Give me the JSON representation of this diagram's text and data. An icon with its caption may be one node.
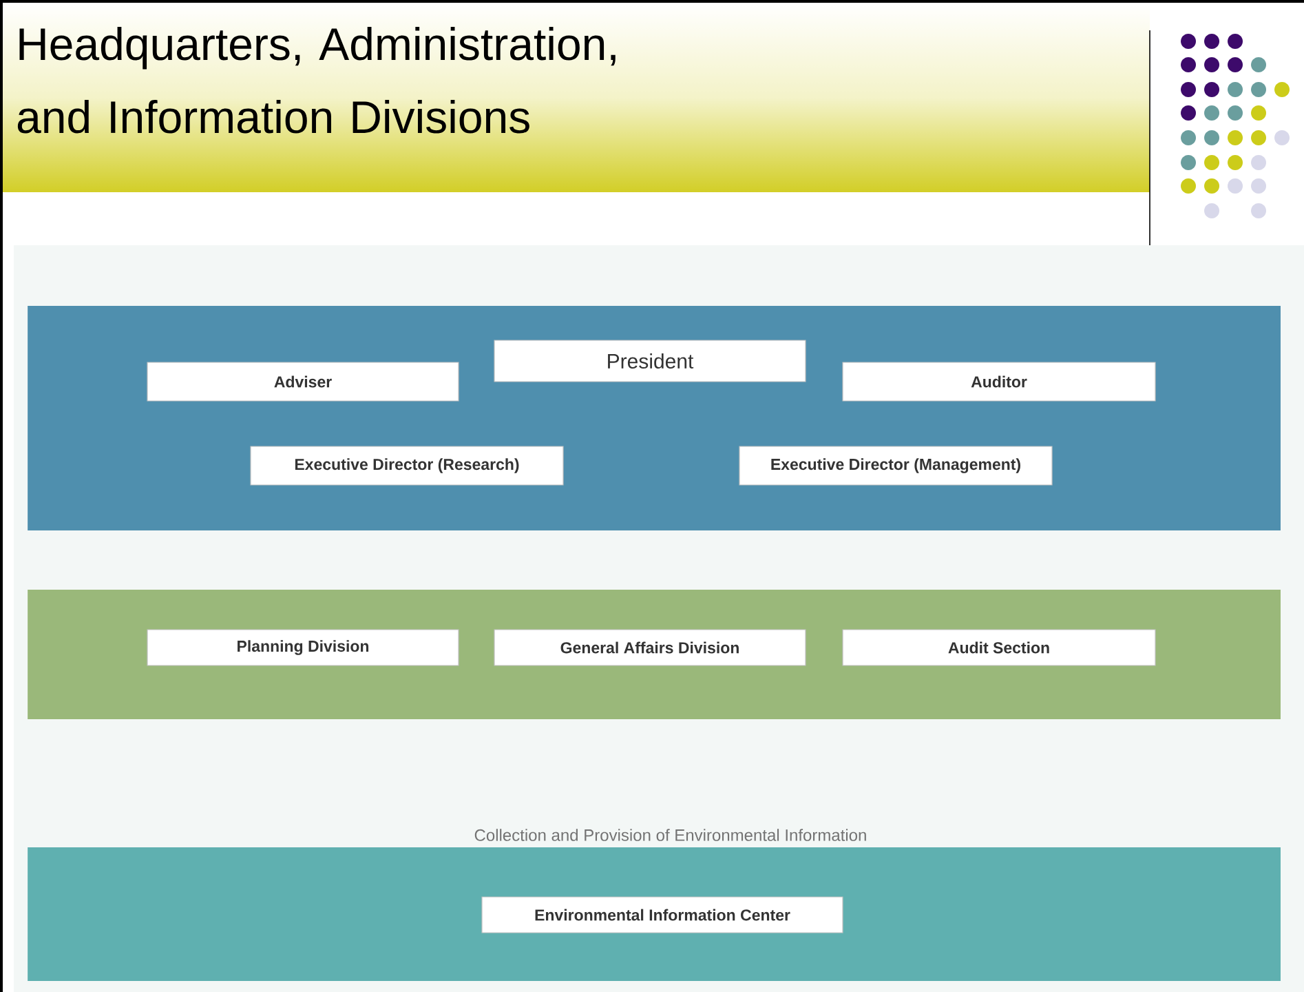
{
  "diagram": {
    "title": "Headquarters, Administration, and Information Divisions",
    "nodes": [
      {
        "text": [
          "President"
        ]
      },
      {
        "text": [
          "Adviser"
        ]
      },
      {
        "text": [
          "Auditor"
        ]
      },
      {
        "text": [
          "Executive Director (Research)"
        ]
      },
      {
        "text": [
          "Executive Director (Management)"
        ]
      },
      {
        "text": [
          "Planning Division"
        ]
      },
      {
        "text": [
          "General Affairs Division"
        ]
      },
      {
        "text": [
          "Audit Section"
        ]
      },
      {
        "text": [
          "Environmental Information Center"
        ]
      }
    ],
    "labels": [
      "Collection and Provision of Environmental Information"
    ]
  }
}
